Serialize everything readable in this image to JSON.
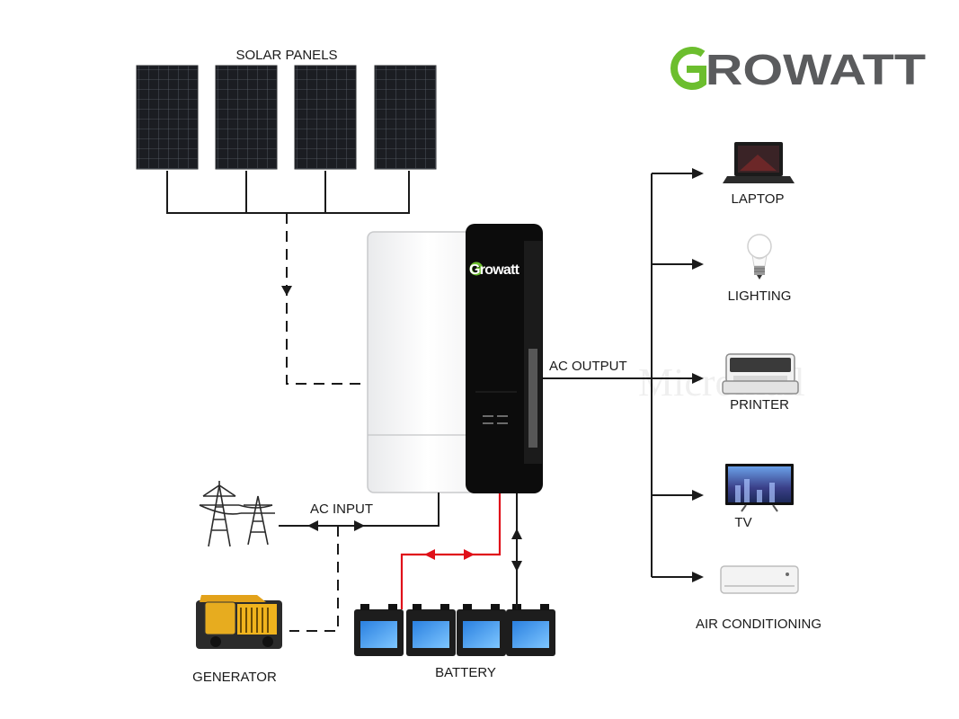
{
  "brand": {
    "logo_text": "GROWATT",
    "inverter_logo_text": "Growatt",
    "colors": {
      "green": "#6cbe2e",
      "gray": "#5a5b5d"
    }
  },
  "labels": {
    "solar_panels": "SOLAR PANELS",
    "ac_output": "AC OUTPUT",
    "ac_input": "AC INPUT",
    "generator": "GENERATOR",
    "battery": "BATTERY"
  },
  "loads": [
    {
      "label": "LAPTOP",
      "icon": "laptop-icon"
    },
    {
      "label": "LIGHTING",
      "icon": "light-bulb-icon"
    },
    {
      "label": "PRINTER",
      "icon": "printer-icon"
    },
    {
      "label": "TV",
      "icon": "tv-icon"
    },
    {
      "label": "AIR CONDITIONING",
      "icon": "air-conditioner-icon"
    }
  ],
  "watermark": "Micromall",
  "colors": {
    "battery_link": "#e0101a",
    "wire": "#1a1a1a"
  }
}
